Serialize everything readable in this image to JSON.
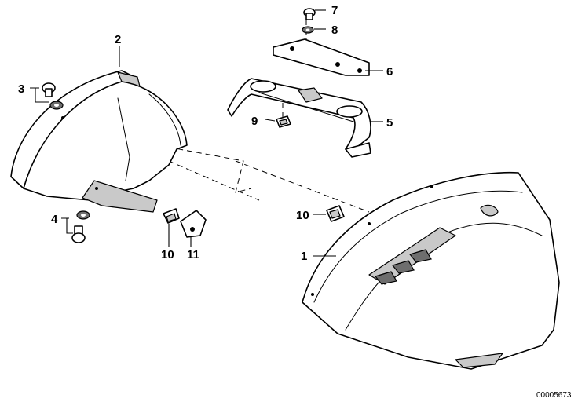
{
  "callouts": {
    "c1": "1",
    "c2": "2",
    "c3": "3",
    "c4": "4",
    "c5": "5",
    "c6": "6",
    "c7": "7",
    "c8": "8",
    "c9": "9",
    "c10a": "10",
    "c10b": "10",
    "c11": "11"
  },
  "diagram_ref": "00005673"
}
